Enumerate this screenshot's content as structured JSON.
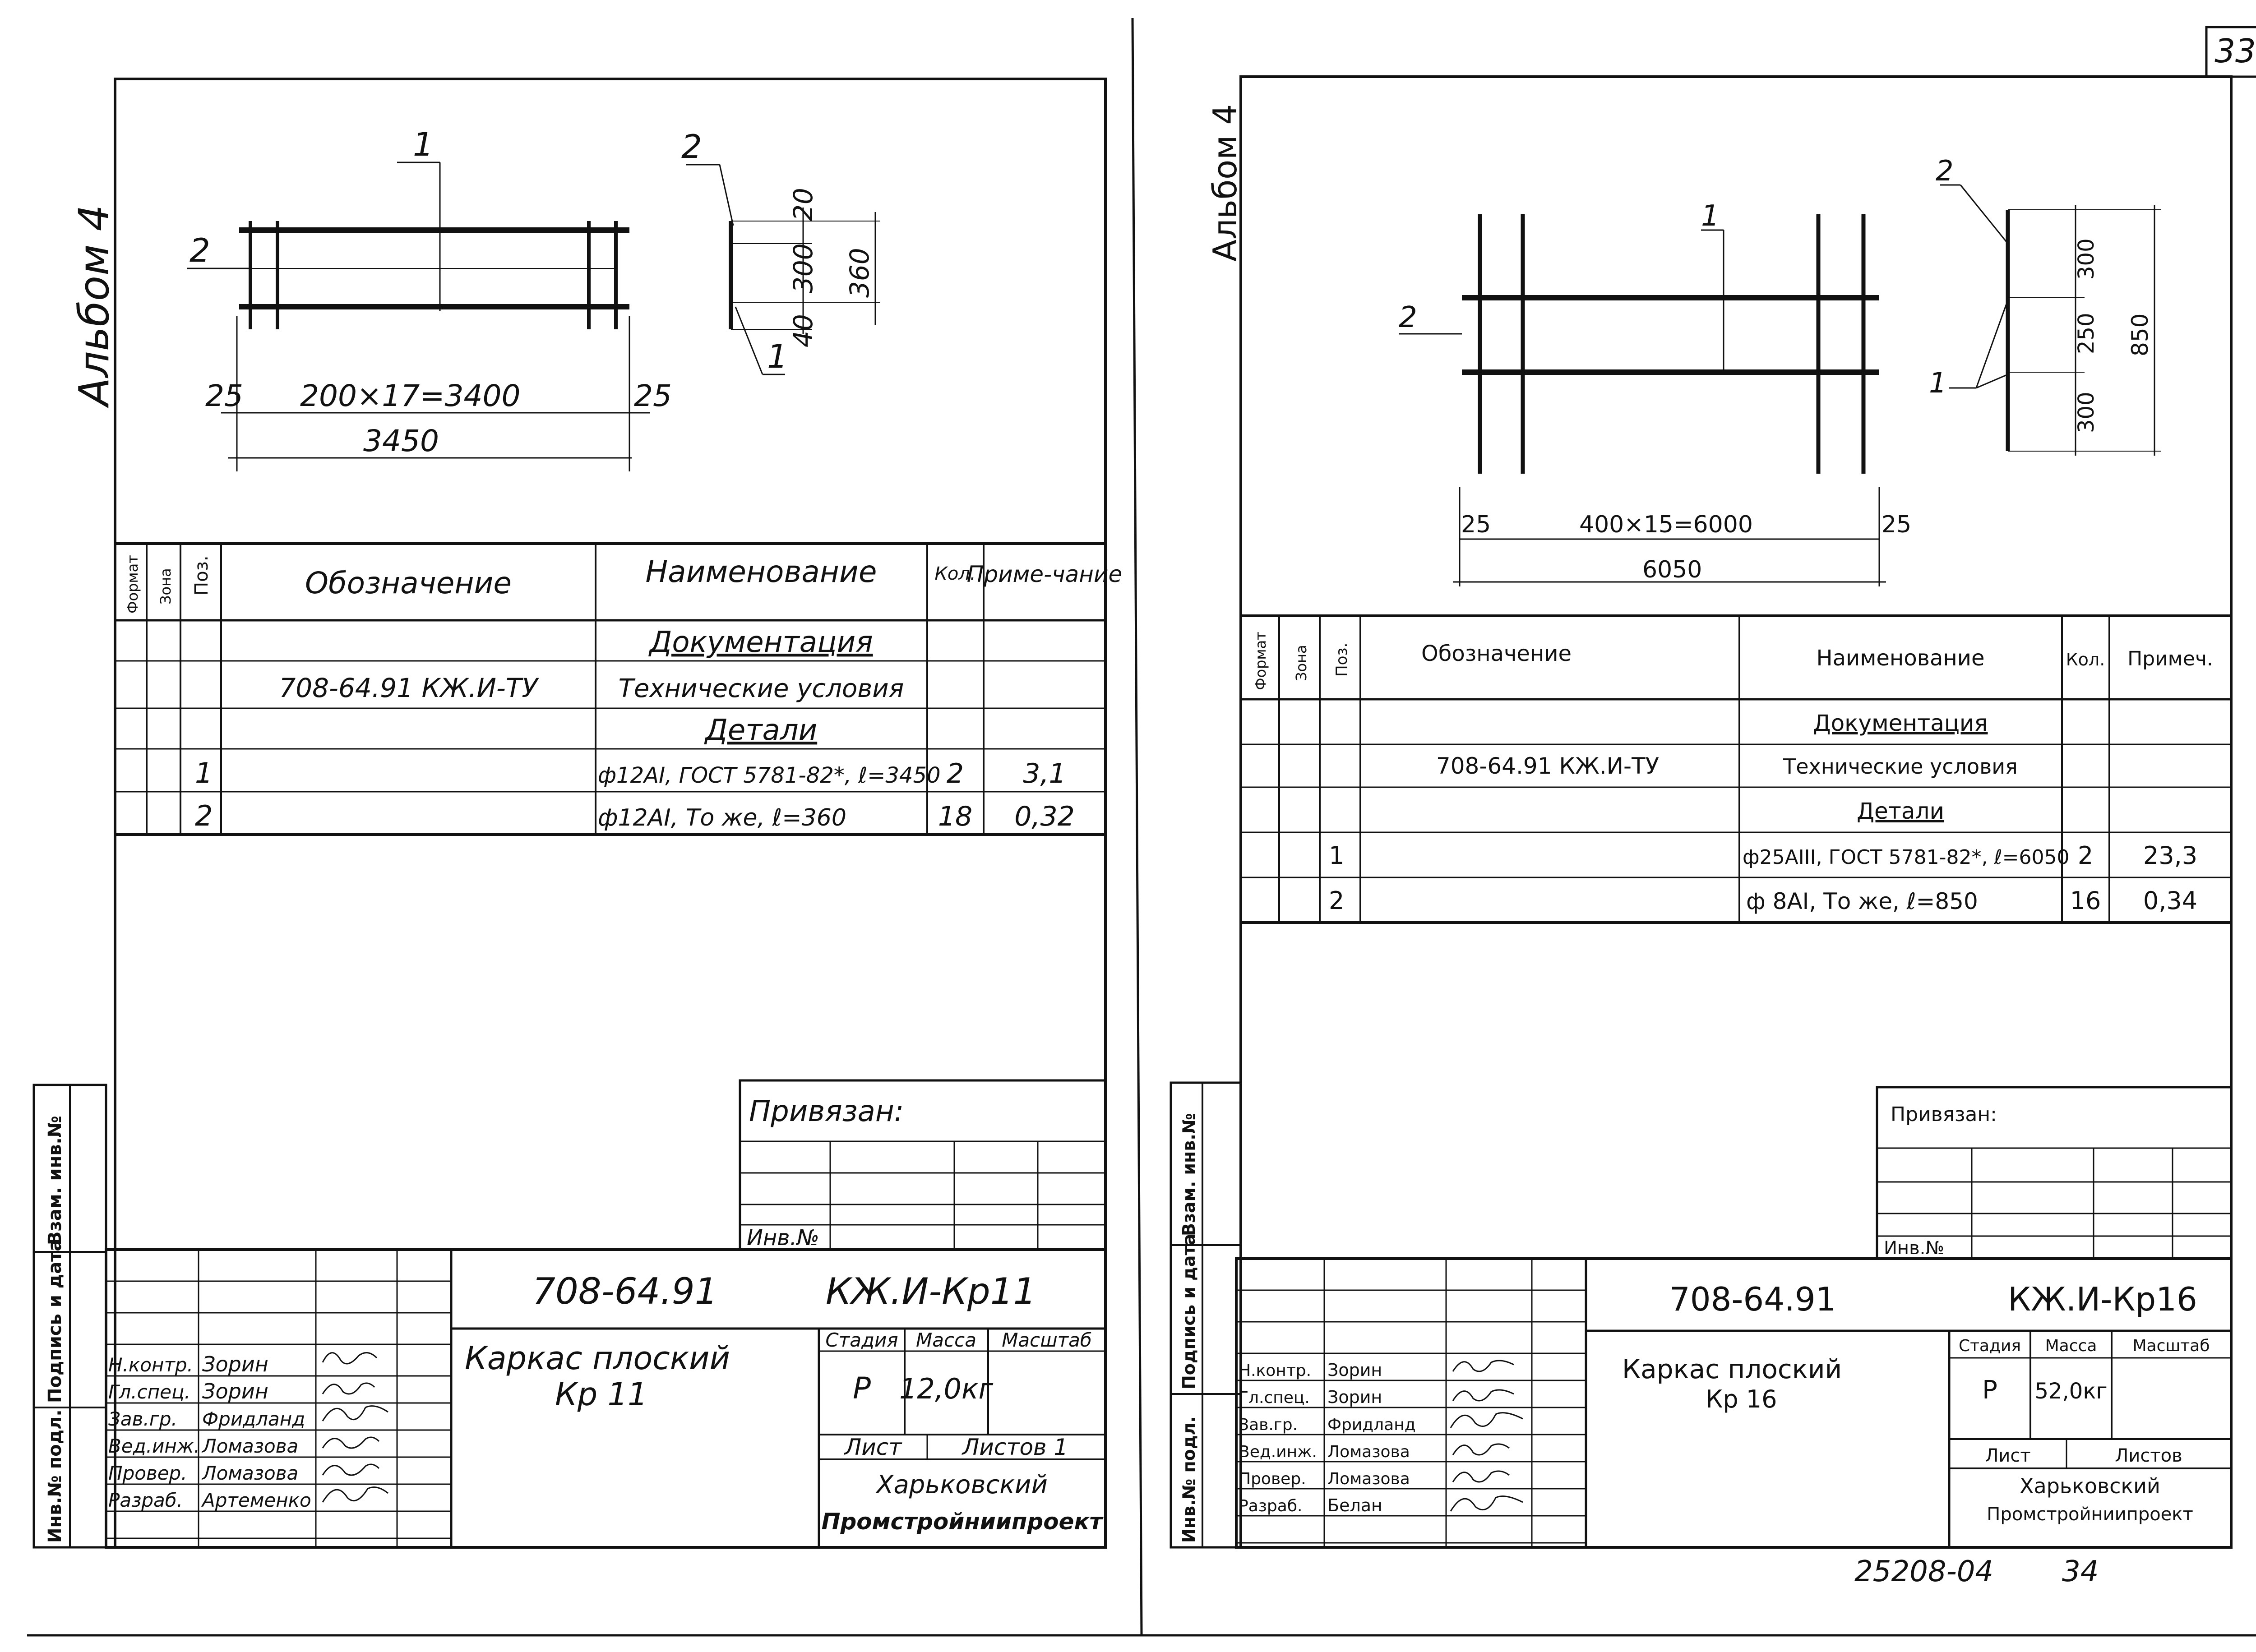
{
  "page_number": "33",
  "footer_code": "25208-04",
  "footer_page": "34",
  "left": {
    "album": "Альбом 4",
    "drawing": {
      "pos1": "1",
      "pos2": "2",
      "pos2_side": "2",
      "pos1_side": "1",
      "dim_span": "200×17=3400",
      "dim_end_left": "25",
      "dim_end_right": "25",
      "dim_total": "3450",
      "dim_a": "20",
      "dim_b": "300",
      "dim_c": "40",
      "dim_total_side": "360"
    },
    "spec": {
      "headers": {
        "format": "Формат",
        "zone": "Зона",
        "pos": "Поз.",
        "designation": "Обозначение",
        "name": "Наименование",
        "qty": "Кол.",
        "note": "Приме-чание"
      },
      "section_docs": "Документация",
      "doc_designation": "708-64.91 КЖ.И-ТУ",
      "doc_name": "Технические условия",
      "section_parts": "Детали",
      "rows": [
        {
          "pos": "1",
          "name": "ф12АI, ГОСТ 5781-82*, ℓ=3450",
          "qty": "2",
          "note": "3,1"
        },
        {
          "pos": "2",
          "name": "ф12АI, То же, ℓ=360",
          "qty": "18",
          "note": "0,32"
        }
      ]
    },
    "side": {
      "inv_podl": "Инв.№ подл.",
      "podpis": "Подпись и дата",
      "vzam": "Взам. инв.№"
    },
    "privyazan": "Привязан:",
    "inv_no": "Инв.№",
    "title": {
      "code": "708-64.91",
      "mark": "КЖ.И-Кр11",
      "name_line1": "Каркас плоский",
      "name_line2": "Кр 11",
      "stage_h": "Стадия",
      "mass_h": "Масса",
      "scale_h": "Масштаб",
      "stage": "Р",
      "mass": "12,0кг",
      "sheet_h": "Лист",
      "sheets_h": "Листов 1",
      "org1": "Харьковский",
      "org2": "Промстройниипроект",
      "people": [
        {
          "role": "Н.контр.",
          "name": "Зорин"
        },
        {
          "role": "Гл.спец.",
          "name": "Зорин"
        },
        {
          "role": "Зав.гр.",
          "name": "Фридланд"
        },
        {
          "role": "Вед.инж.",
          "name": "Ломазова"
        },
        {
          "role": "Провер.",
          "name": "Ломазова"
        },
        {
          "role": "Разраб.",
          "name": "Артеменко"
        }
      ]
    }
  },
  "right": {
    "album": "Альбом 4",
    "drawing": {
      "pos1": "1",
      "pos2": "2",
      "pos2_side": "2",
      "pos1_side": "1",
      "dim_span": "400×15=6000",
      "dim_end_left": "25",
      "dim_end_right": "25",
      "dim_total": "6050",
      "dim_a": "300",
      "dim_b": "250",
      "dim_c": "300",
      "dim_total_side": "850"
    },
    "spec": {
      "headers": {
        "format": "Формат",
        "zone": "Зона",
        "pos": "Поз.",
        "designation": "Обозначение",
        "name": "Наименование",
        "qty": "Кол.",
        "note": "Примеч."
      },
      "section_docs": "Документация",
      "doc_designation": "708-64.91 КЖ.И-ТУ",
      "doc_name": "Технические условия",
      "section_parts": "Детали",
      "rows": [
        {
          "pos": "1",
          "name": "ф25АIII, ГОСТ 5781-82*, ℓ=6050",
          "qty": "2",
          "note": "23,3"
        },
        {
          "pos": "2",
          "name": "ф 8АI, То же, ℓ=850",
          "qty": "16",
          "note": "0,34"
        }
      ]
    },
    "side": {
      "inv_podl": "Инв.№ подл.",
      "podpis": "Подпись и дата",
      "vzam": "Взам. инв.№"
    },
    "privyazan": "Привязан:",
    "inv_no": "Инв.№",
    "title": {
      "code": "708-64.91",
      "mark": "КЖ.И-Кр16",
      "name_line1": "Каркас плоский",
      "name_line2": "Кр 16",
      "stage_h": "Стадия",
      "mass_h": "Масса",
      "scale_h": "Масштаб",
      "stage": "Р",
      "mass": "52,0кг",
      "sheet_h": "Лист",
      "sheets_h": "Листов",
      "org1": "Харьковский",
      "org2": "Промстройниипроект",
      "people": [
        {
          "role": "Н.контр.",
          "name": "Зорин"
        },
        {
          "role": "Гл.спец.",
          "name": "Зорин"
        },
        {
          "role": "Зав.гр.",
          "name": "Фридланд"
        },
        {
          "role": "Вед.инж.",
          "name": "Ломазова"
        },
        {
          "role": "Провер.",
          "name": "Ломазова"
        },
        {
          "role": "Разраб.",
          "name": "Белан"
        }
      ]
    }
  }
}
